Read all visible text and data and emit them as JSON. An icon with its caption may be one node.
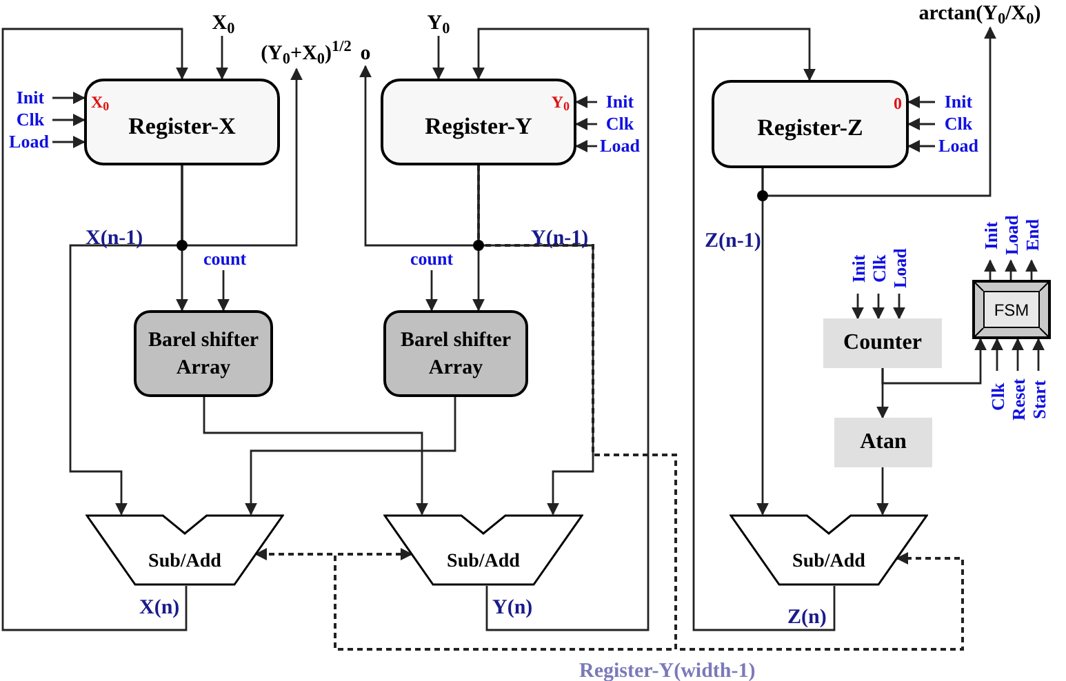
{
  "diagram": {
    "nodes": [
      {
        "text": [
          "X$_{0}$"
        ]
      },
      {
        "text": [
          "(Y$_{0}$+X$_{0}$)$^{1/2}$"
        ]
      },
      {
        "text": [
          "o"
        ]
      },
      {
        "text": [
          "Y$_{0}$"
        ]
      },
      {
        "text": [
          "arctan(Y$_{0}$/X$_{0}$)"
        ]
      },
      {
        "text": [
          "Init"
        ]
      },
      {
        "text": [
          "Clk"
        ]
      },
      {
        "text": [
          "Load"
        ]
      },
      {
        "text": [
          "X$_{0}$",
          "Register-X"
        ]
      },
      {
        "text": [
          "Y$_{0}$",
          "Register-Y"
        ]
      },
      {
        "text": [
          "Init"
        ]
      },
      {
        "text": [
          "Clk"
        ]
      },
      {
        "text": [
          "Load"
        ]
      },
      {
        "text": [
          "0",
          "Register-Z"
        ]
      },
      {
        "text": [
          "Init"
        ]
      },
      {
        "text": [
          "Clk"
        ]
      },
      {
        "text": [
          "Load"
        ]
      },
      {
        "text": [
          "count"
        ]
      },
      {
        "text": [
          "count"
        ]
      },
      {
        "text": [
          "Init"
        ]
      },
      {
        "text": [
          "Load"
        ]
      },
      {
        "text": [
          "End"
        ]
      },
      {
        "text": [
          "Init"
        ]
      },
      {
        "text": [
          "Clk"
        ]
      },
      {
        "text": [
          "Load"
        ]
      },
      {
        "text": [
          "FSM"
        ]
      },
      {
        "text": [
          "Barel shifter Array"
        ]
      },
      {
        "text": [
          "Barel shifter Array"
        ]
      },
      {
        "text": [
          "Counter"
        ]
      },
      {
        "text": [
          "Clk"
        ]
      },
      {
        "text": [
          "Reset"
        ]
      },
      {
        "text": [
          "Start"
        ]
      },
      {
        "text": [
          "Atan"
        ]
      },
      {
        "text": [
          "Sub/Add"
        ]
      },
      {
        "text": [
          "Sub/Add"
        ]
      },
      {
        "text": [
          "Sub/Add"
        ]
      }
    ],
    "edges": [
      {
        "from": 0,
        "to": 8,
        "arrow": "to"
      },
      {
        "from": 5,
        "to": 8,
        "arrow": "to"
      },
      {
        "from": 6,
        "to": 8,
        "arrow": "to"
      },
      {
        "from": 7,
        "to": 8,
        "arrow": "to"
      },
      {
        "from": 3,
        "to": 9,
        "arrow": "to"
      },
      {
        "from": 10,
        "to": 9,
        "arrow": "to"
      },
      {
        "from": 11,
        "to": 9,
        "arrow": "to"
      },
      {
        "from": 12,
        "to": 9,
        "arrow": "to"
      },
      {
        "from": 14,
        "to": 13,
        "arrow": "to"
      },
      {
        "from": 15,
        "to": 13,
        "arrow": "to"
      },
      {
        "from": 16,
        "to": 13,
        "arrow": "to"
      },
      {
        "from": 8,
        "to": 1,
        "arrow": "to"
      },
      {
        "from": 8,
        "to": 26,
        "arrow": "to"
      },
      {
        "from": 8,
        "to": 33,
        "arrow": "to"
      },
      {
        "from": 17,
        "to": 26,
        "arrow": "to"
      },
      {
        "from": 18,
        "to": 27,
        "arrow": "to"
      },
      {
        "from": 9,
        "to": 2,
        "arrow": "to"
      },
      {
        "from": 9,
        "to": 27,
        "arrow": "to"
      },
      {
        "from": 9,
        "to": 34,
        "arrow": "to"
      },
      {
        "from": 26,
        "to": 34,
        "arrow": "to"
      },
      {
        "from": 27,
        "to": 33,
        "arrow": "to"
      },
      {
        "from": 33,
        "to": 8,
        "arrow": "to"
      },
      {
        "from": 34,
        "to": 9,
        "arrow": "to"
      },
      {
        "from": 35,
        "to": 13,
        "arrow": "to"
      },
      {
        "from": 13,
        "to": 4,
        "arrow": "to"
      },
      {
        "from": 13,
        "to": 35,
        "arrow": "to"
      },
      {
        "from": 22,
        "to": 28,
        "arrow": "to"
      },
      {
        "from": 23,
        "to": 28,
        "arrow": "to"
      },
      {
        "from": 24,
        "to": 28,
        "arrow": "to"
      },
      {
        "from": 28,
        "to": 32,
        "arrow": "to"
      },
      {
        "from": 28,
        "to": 25,
        "arrow": "to"
      },
      {
        "from": 25,
        "to": 19,
        "arrow": "to"
      },
      {
        "from": 25,
        "to": 20,
        "arrow": "to"
      },
      {
        "from": 25,
        "to": 21,
        "arrow": "to"
      },
      {
        "from": 29,
        "to": 25,
        "arrow": "to"
      },
      {
        "from": 30,
        "to": 25,
        "arrow": "to"
      },
      {
        "from": 31,
        "to": 25,
        "arrow": "to"
      },
      {
        "from": 32,
        "to": 35,
        "arrow": "to"
      },
      {
        "from": 9,
        "to": 33,
        "arrow": "to",
        "style": "dashed"
      },
      {
        "from": 9,
        "to": 34,
        "arrow": "to",
        "style": "dashed"
      },
      {
        "from": 9,
        "to": 35,
        "arrow": "to",
        "style": "dashed",
        "label": "Register-Y(width-1)"
      }
    ],
    "labels": [
      "X(n-1)",
      "Y(n-1)",
      "Z(n-1)",
      "X(n)",
      "Y(n)",
      "Z(n)"
    ]
  }
}
